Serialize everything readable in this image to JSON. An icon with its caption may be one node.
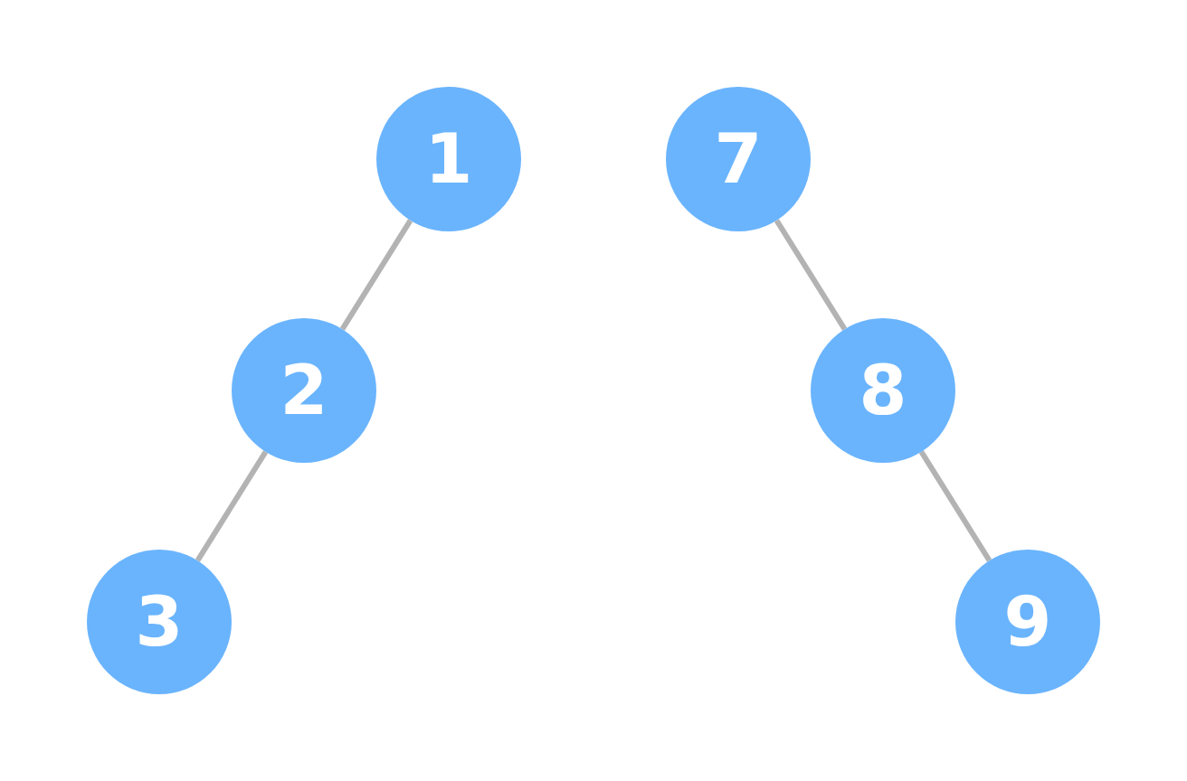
{
  "diagram": {
    "nodes": [
      {
        "text": [
          "1"
        ]
      },
      {
        "text": [
          "2"
        ]
      },
      {
        "text": [
          "3"
        ]
      },
      {
        "text": [
          "7"
        ]
      },
      {
        "text": [
          "8"
        ]
      },
      {
        "text": [
          "9"
        ]
      }
    ],
    "edges": [
      {
        "from": 0,
        "to": 1,
        "arrow": "none"
      },
      {
        "from": 1,
        "to": 2,
        "arrow": "none"
      },
      {
        "from": 3,
        "to": 4,
        "arrow": "none"
      },
      {
        "from": 4,
        "to": 5,
        "arrow": "none"
      }
    ]
  }
}
